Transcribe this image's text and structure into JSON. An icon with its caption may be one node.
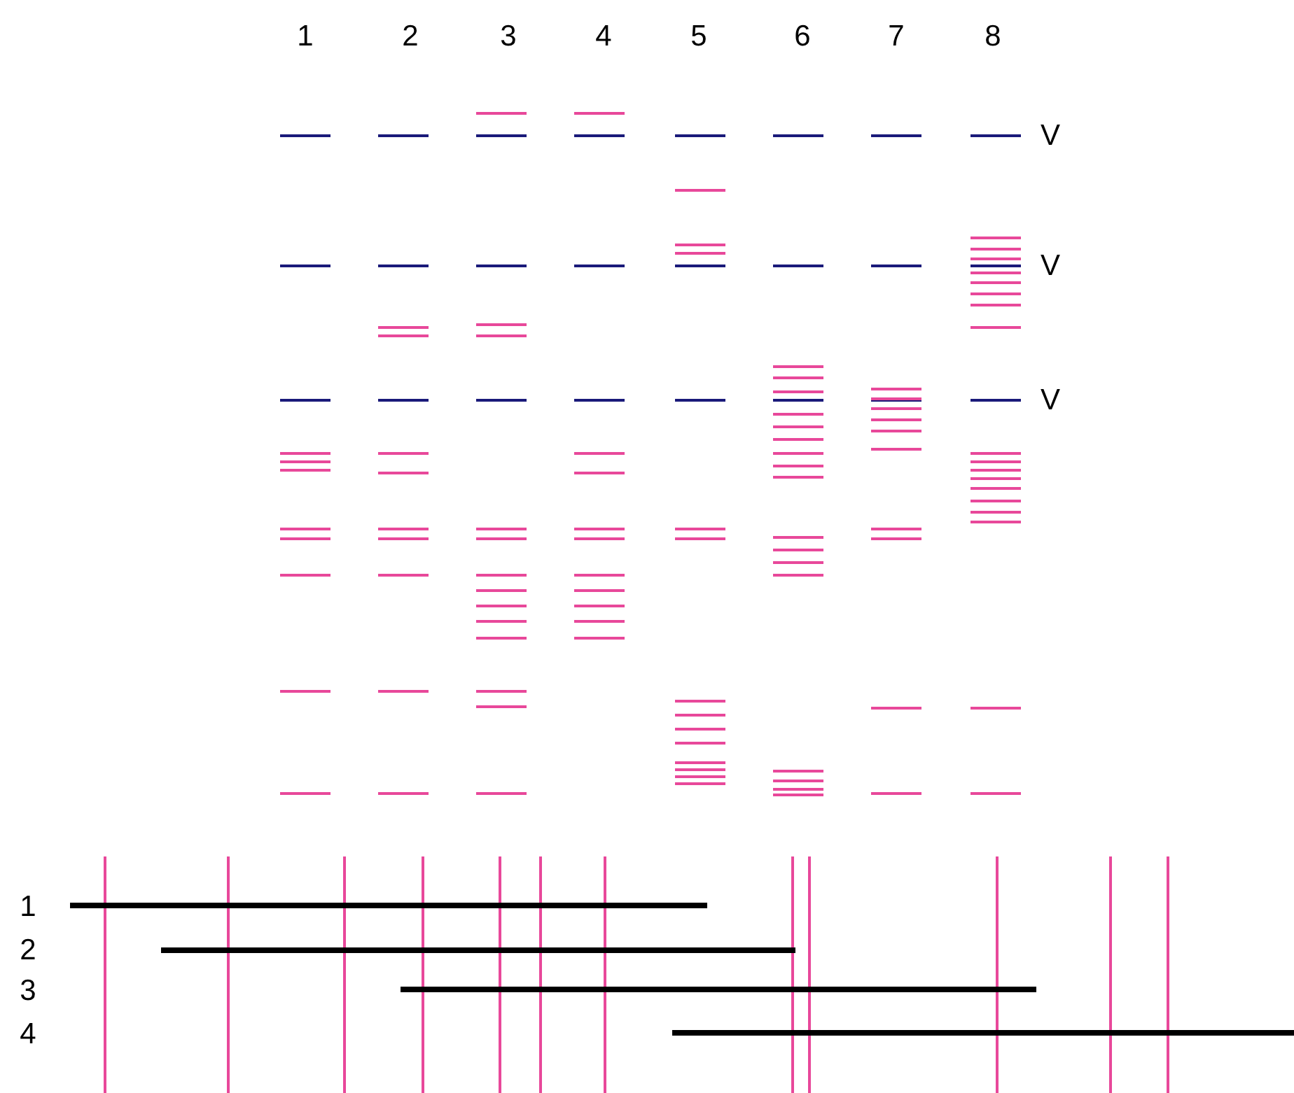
{
  "diagram": {
    "labels": [
      "1",
      "2",
      "3",
      "4",
      "5",
      "6",
      "7",
      "8",
      "V",
      "V",
      "V",
      "1",
      "2",
      "3",
      "4"
    ]
  }
}
